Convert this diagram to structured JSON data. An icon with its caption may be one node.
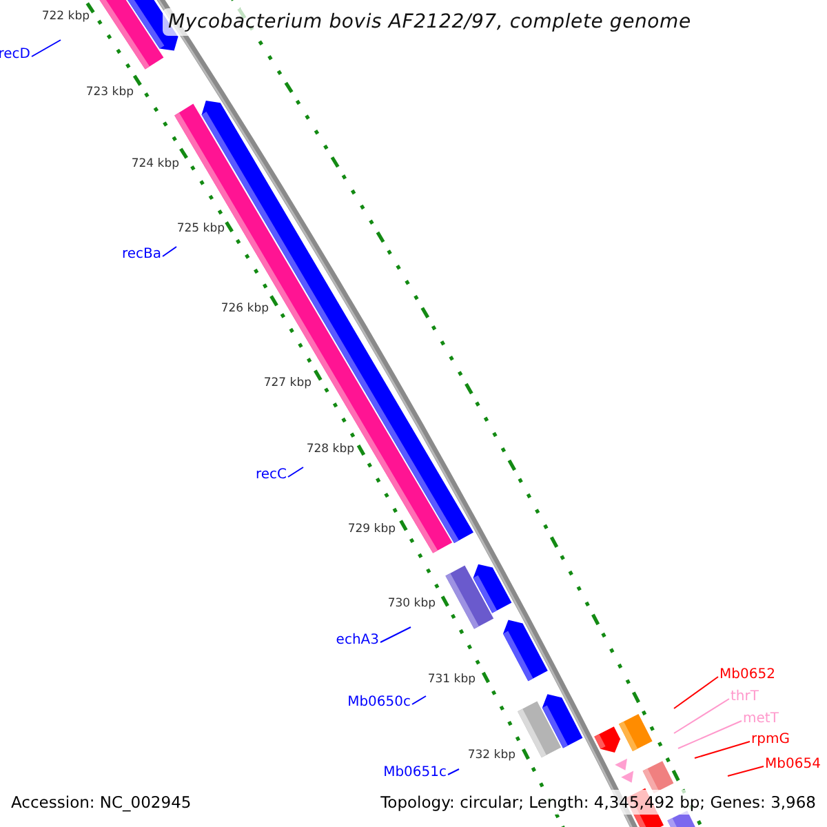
{
  "diagram": {
    "title": "Mycobacterium bovis AF2122/97, complete genome",
    "nodes": [
      {
        "text": [
          "recD"
        ]
      },
      {
        "text": [
          "recBa"
        ]
      },
      {
        "text": [
          "recC"
        ]
      },
      {
        "text": [
          "echA3"
        ]
      },
      {
        "text": [
          "Mb0650c"
        ]
      },
      {
        "text": [
          "Mb0651c"
        ]
      },
      {
        "text": [
          "Mb0652"
        ]
      },
      {
        "text": [
          "thrT"
        ]
      },
      {
        "text": [
          "metT"
        ]
      },
      {
        "text": [
          "rpmG"
        ]
      },
      {
        "text": [
          "Mb0654"
        ]
      }
    ],
    "edges": [
      {
        "from": 0,
        "to": null,
        "arrow": "none"
      },
      {
        "from": 1,
        "to": null,
        "arrow": "none"
      },
      {
        "from": 2,
        "to": null,
        "arrow": "none"
      },
      {
        "from": 3,
        "to": null,
        "arrow": "none"
      },
      {
        "from": 4,
        "to": null,
        "arrow": "none"
      },
      {
        "from": 5,
        "to": null,
        "arrow": "none"
      },
      {
        "from": 6,
        "to": null,
        "arrow": "none",
        "color": "#ff0000"
      },
      {
        "from": 7,
        "to": null,
        "arrow": "none",
        "color": "#ff99cc"
      },
      {
        "from": 8,
        "to": null,
        "arrow": "none",
        "color": "#ff99cc"
      },
      {
        "from": 9,
        "to": null,
        "arrow": "none",
        "color": "#ff0000"
      },
      {
        "from": 10,
        "to": null,
        "arrow": "none",
        "color": "#ff0000"
      }
    ],
    "labels": [
      "722 kbp",
      "723 kbp",
      "724 kbp",
      "725 kbp",
      "726 kbp",
      "727 kbp",
      "728 kbp",
      "729 kbp",
      "730 kbp",
      "731 kbp",
      "732 kbp",
      "Accession: NC_002945",
      "Topology: circular; Length: 4,345,492 bp; Genes: 3,968"
    ]
  }
}
